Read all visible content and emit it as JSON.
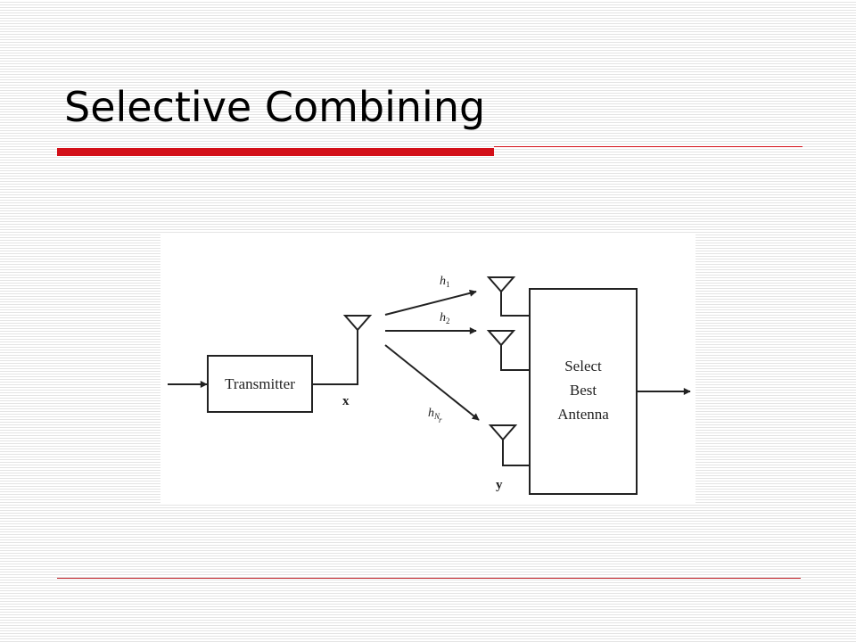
{
  "slide": {
    "title": "Selective Combining"
  },
  "diagram": {
    "transmitter_label": "Transmitter",
    "tx_signal_label": "x",
    "rx_signal_label": "y",
    "selector_label_lines": [
      "Select",
      "Best",
      "Antenna"
    ],
    "channels": [
      {
        "base": "h",
        "sub": "1"
      },
      {
        "base": "h",
        "sub": "2"
      },
      {
        "base": "h",
        "sub": "N",
        "sub2": "r"
      }
    ]
  }
}
